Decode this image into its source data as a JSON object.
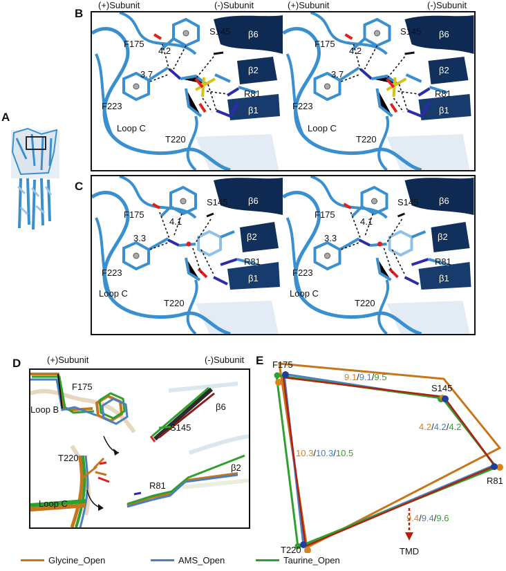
{
  "panels": {
    "A": "A",
    "B": "B",
    "C": "C",
    "D": "D",
    "E": "E"
  },
  "subunits": {
    "plus": "(+)Subunit",
    "minus": "(-)Subunit"
  },
  "residues": {
    "F175": "F175",
    "F223": "F223",
    "S145": "S145",
    "R81": "R81",
    "T220": "T220",
    "loop_c": "Loop C",
    "loop_b": "Loop B",
    "b6": "β6",
    "b2": "β2",
    "b1": "β1"
  },
  "distances": {
    "B": {
      "d1": "4.2",
      "d2": "3.7"
    },
    "C": {
      "d1": "4.1",
      "d2": "3.3"
    }
  },
  "panel_e": {
    "top": [
      {
        "v": "9.1",
        "c": "#d6831a"
      },
      {
        "v": "/",
        "c": "#222222"
      },
      {
        "v": "9.1",
        "c": "#4a7fc1"
      },
      {
        "v": "/",
        "c": "#222222"
      },
      {
        "v": "9.5",
        "c": "#2ea02e"
      }
    ],
    "right": [
      {
        "v": "4.2",
        "c": "#d6831a"
      },
      {
        "v": "/",
        "c": "#222222"
      },
      {
        "v": "4.2",
        "c": "#4a7fc1"
      },
      {
        "v": "/",
        "c": "#222222"
      },
      {
        "v": "4.2",
        "c": "#2ea02e"
      }
    ],
    "left": [
      {
        "v": "10.3",
        "c": "#d6831a"
      },
      {
        "v": "/",
        "c": "#222222"
      },
      {
        "v": "10.3",
        "c": "#4a7fc1"
      },
      {
        "v": "/",
        "c": "#222222"
      },
      {
        "v": "10.5",
        "c": "#2ea02e"
      }
    ],
    "bottom": [
      {
        "v": "9.4",
        "c": "#d6831a"
      },
      {
        "v": "/",
        "c": "#222222"
      },
      {
        "v": "9.4",
        "c": "#4a7fc1"
      },
      {
        "v": "/",
        "c": "#222222"
      },
      {
        "v": "9.6",
        "c": "#2ea02e"
      }
    ],
    "tmd": "TMD"
  },
  "legend": [
    {
      "label": "Glycine_Open",
      "color": "#c8741a"
    },
    {
      "label": "AMS_Open",
      "color": "#4a7fc1"
    },
    {
      "label": "Taurine_Open",
      "color": "#2ea02e"
    }
  ],
  "colors": {
    "ribbon": "#3a8fce",
    "sheet": "#0f2a52",
    "nitrogen": "#2c2ca8",
    "oxygen": "#e02020",
    "sulfur": "#d4c21a",
    "red_line": "#b0200c"
  }
}
